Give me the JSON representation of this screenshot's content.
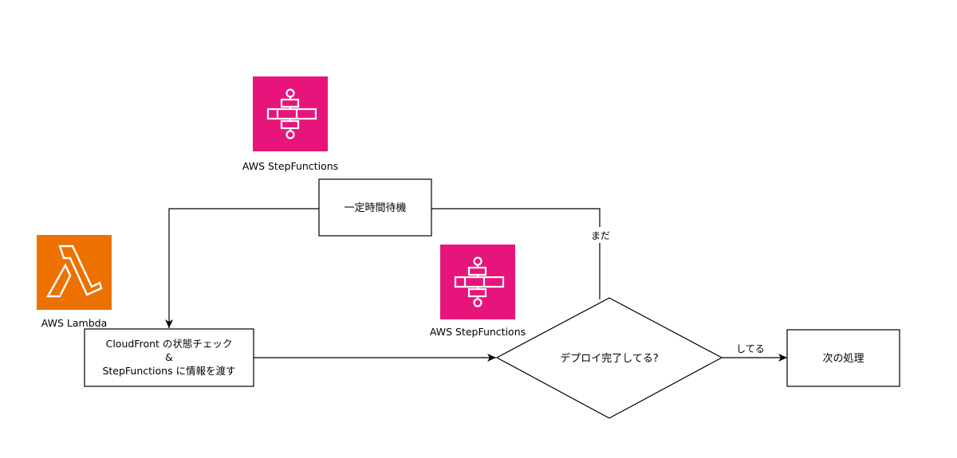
{
  "colors": {
    "step_functions": "#E7157B",
    "lambda": "#ED7100",
    "icon_glyph": "#FFFFFF",
    "stroke": "#000000",
    "background": "#FFFFFF"
  },
  "icons": {
    "step_functions_top": {
      "icon": "aws-step-functions-icon",
      "label": "AWS StepFunctions"
    },
    "step_functions_mid": {
      "icon": "aws-step-functions-icon",
      "label": "AWS StepFunctions"
    },
    "lambda": {
      "icon": "aws-lambda-icon",
      "label": "AWS Lambda"
    }
  },
  "nodes": {
    "wait": {
      "label": "一定時間待機"
    },
    "check": {
      "line1": "CloudFront の状態チェック",
      "line2": "&",
      "line3": "StepFunctions に情報を渡す"
    },
    "decision": {
      "label": "デプロイ完了してる?"
    },
    "next": {
      "label": "次の処理"
    }
  },
  "edges": {
    "not_yet": {
      "label": "まだ"
    },
    "done": {
      "label": "してる"
    }
  }
}
